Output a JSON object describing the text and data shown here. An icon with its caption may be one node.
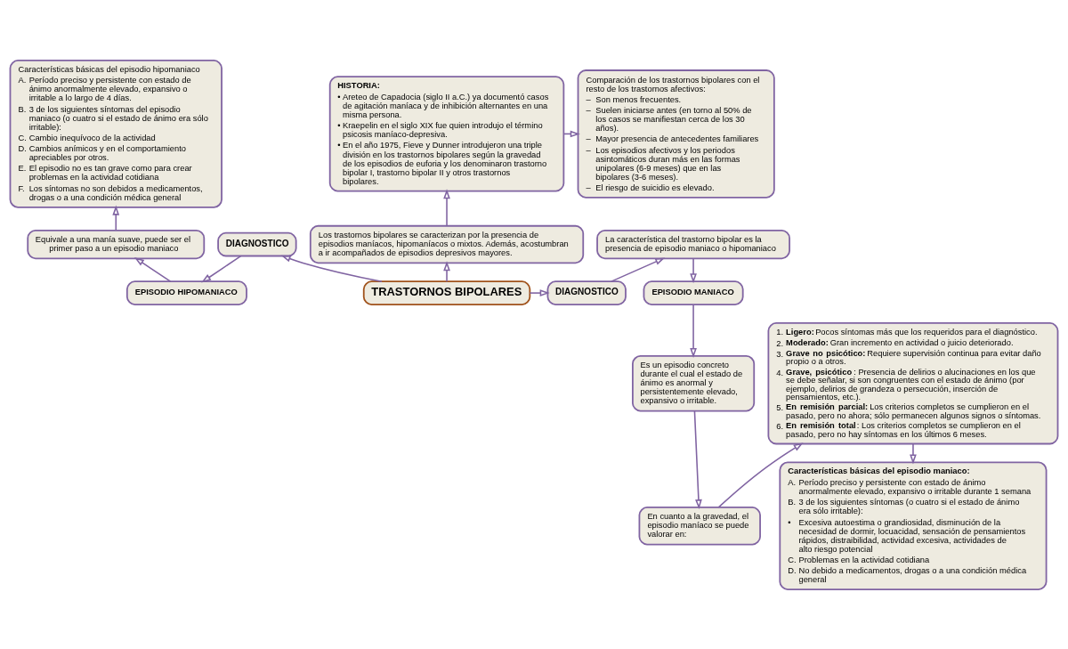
{
  "diagram": {
    "nodes": [
      {
        "text": [
          "Características básicas del episodio hipomaniaco",
          "A. Período preciso y persistente con estado de ánimo anormalmente elevado, expansivo o irritable a lo largo de 4 días.",
          "B. 3 de los siguientes síntomas del episodio maniaco (o cuatro si el estado de ánimo era sólo irritable):",
          "C. Cambio inequívoco de la actividad",
          "D. Cambios anímicos y en el comportamiento apreciables por otros.",
          "E. El episodio no es tan grave como para crear problemas en la actividad cotidiana",
          "F. Los síntomas no son debidos a medicamentos, drogas o a una condición médica general"
        ]
      },
      {
        "text": [
          "HISTORIA:",
          "• Areteo de Capadocia (siglo II a.C.) ya documentó casos de agitación maníaca y de inhibición alternantes en una misma persona.",
          "• Kraepelin en el siglo XIX fue quien introdujo el término psicosis maníaco-depresiva.",
          "• En el año 1975, Fieve y Dunner introdujeron una triple división en los trastornos bipolares según la gravedad de los episodios de euforia y los denominaron trastorno bipolar I, trastorno bipolar II y otros trastornos bipolares."
        ]
      },
      {
        "text": [
          "Comparación de los trastornos bipolares con el resto de los trastornos afectivos:",
          "– Son menos frecuentes.",
          "– Suelen iniciarse antes (en torno al 50% de los casos se manifiestan cerca de los 30 años).",
          "– Mayor presencia de antecedentes familiares",
          "– Los episodios afectivos y los periodos asintomáticos duran más en las formas unipolares (6-9 meses) que en las bipolares (3-6 meses).",
          "– El riesgo de suicidio es elevado."
        ]
      },
      {
        "text": [
          "Los trastornos bipolares se caracterizan por la presencia de episodios maníacos, hipomaníacos o mixtos. Además, acostumbran a ir acompañados de episodios depresivos mayores."
        ]
      },
      {
        "text": [
          "La característica del trastorno bipolar es la presencia de episodio maniaco o hipomaniaco"
        ]
      },
      {
        "text": [
          "Equivale a una manía suave, puede ser el primer paso a un episodio maniaco"
        ]
      },
      {
        "text": [
          "EPISODIO HIPOMANIACO"
        ]
      },
      {
        "text": [
          "DIAGNOSTICO"
        ]
      },
      {
        "text": [
          "TRASTORNOS BIPOLARES"
        ]
      },
      {
        "text": [
          "DIAGNOSTICO"
        ]
      },
      {
        "text": [
          "EPISODIO MANIACO"
        ]
      },
      {
        "text": [
          "Es un episodio concreto durante el cual el estado de ánimo es anormal y persistentemente elevado, expansivo o irritable."
        ]
      },
      {
        "text": [
          "Características básicas del episodio maniaco:",
          "A. Período preciso y persistente con estado de ánimo anormalmente elevado, expansivo o irritable durante 1 semana",
          "B. 3 de los siguientes síntomas (o cuatro si el estado de ánimo era sólo irritable):",
          "• Excesiva autoestima o grandiosidad, disminución de la necesidad de dormir, locuacidad, sensación de pensamientos rápidos, distraibilidad, actividad excesiva, actividades de alto riesgo potencial",
          "C. Problemas en la actividad cotidiana",
          "D. No debido a medicamentos, drogas o a una condición médica general"
        ]
      },
      {
        "text": [
          "1. **Ligero:** Pocos síntomas más que los requeridos para el diagnóstico.",
          "2. **Moderado:** Gran incremento en actividad o juicio deteriorado.",
          "3. **Grave no psicótico:** Requiere supervisión continua para evitar daño propio o a otros.",
          "4. **Grave, psicótico**: Presencia de delirios o alucinaciones en los que se debe señalar, si son congruentes con el estado de ánimo (por ejemplo, delirios de grandeza o persecución, inserción de pensamientos, etc.).",
          "5. **En remisión parcial:** Los criterios completos se cumplieron en el pasado, pero no ahora; sólo permanecen algunos signos o síntomas.",
          "6. **En remisión total**: Los criterios completos se cumplieron en el pasado, pero no hay síntomas en los últimos 6 meses."
        ]
      },
      {
        "text": [
          "En cuanto a la gravedad, el episodio maníaco se puede valorar en:"
        ]
      }
    ],
    "edges": [
      {
        "from": 8,
        "to": 3,
        "arrow": "to"
      },
      {
        "from": 3,
        "to": 1,
        "arrow": "to"
      },
      {
        "from": 1,
        "to": 2,
        "arrow": "to"
      },
      {
        "from": 8,
        "to": 7,
        "arrow": "to"
      },
      {
        "from": 7,
        "to": 6,
        "arrow": "to"
      },
      {
        "from": 6,
        "to": 5,
        "arrow": "to"
      },
      {
        "from": 5,
        "to": 0,
        "arrow": "to"
      },
      {
        "from": 8,
        "to": 9,
        "arrow": "to"
      },
      {
        "from": 9,
        "to": 4,
        "arrow": "to"
      },
      {
        "from": 4,
        "to": 10,
        "arrow": "to"
      },
      {
        "from": 10,
        "to": 11,
        "arrow": "to"
      },
      {
        "from": 11,
        "to": 14,
        "arrow": "to"
      },
      {
        "from": 14,
        "to": 13,
        "arrow": "to"
      },
      {
        "from": 13,
        "to": 12,
        "arrow": "to"
      }
    ]
  }
}
